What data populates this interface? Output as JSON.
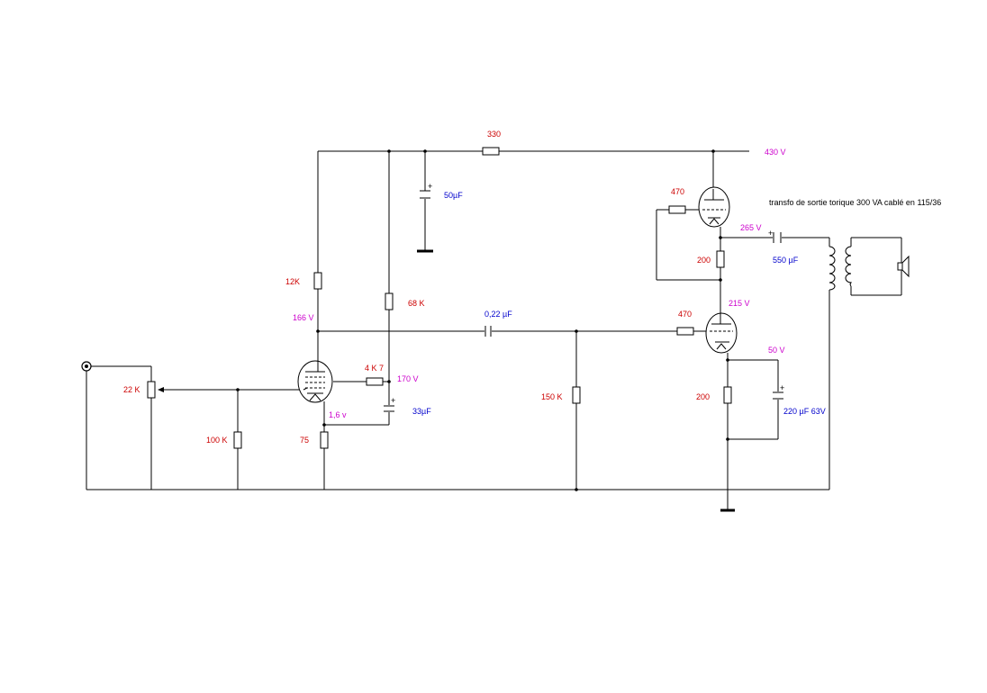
{
  "colors": {
    "resistor_label": "#cc0000",
    "capacitor_label": "#0000cc",
    "voltage_label": "#cc00cc",
    "wire": "#000000"
  },
  "labels": {
    "r330": "330",
    "v430": "430 V",
    "c50": "50µF",
    "r470a": "470",
    "transfo": "transfo de sortie torique 300 VA cablé en 115/36",
    "v265": "265 V",
    "r200a": "200",
    "c550": "550 µF",
    "r12k": "12K",
    "r68k": "68 K",
    "v166": "166 V",
    "c022": "0,22 µF",
    "r470b": "470",
    "v215": "215 V",
    "v50": "50 V",
    "r22k": "22 K",
    "r4k7": "4 K 7",
    "v170": "170 V",
    "r150k": "150 K",
    "r200b": "200",
    "c220": "220 µF 63V",
    "v16": "1,6 v",
    "c33": "33µF",
    "r100k": "100 K",
    "r75": "75"
  },
  "icons": {
    "input": "input-jack-icon",
    "speaker": "speaker-icon",
    "ground": "ground-icon",
    "triode": "triode-tube-icon",
    "pentode": "pentode-tube-icon",
    "transformer": "transformer-icon"
  }
}
